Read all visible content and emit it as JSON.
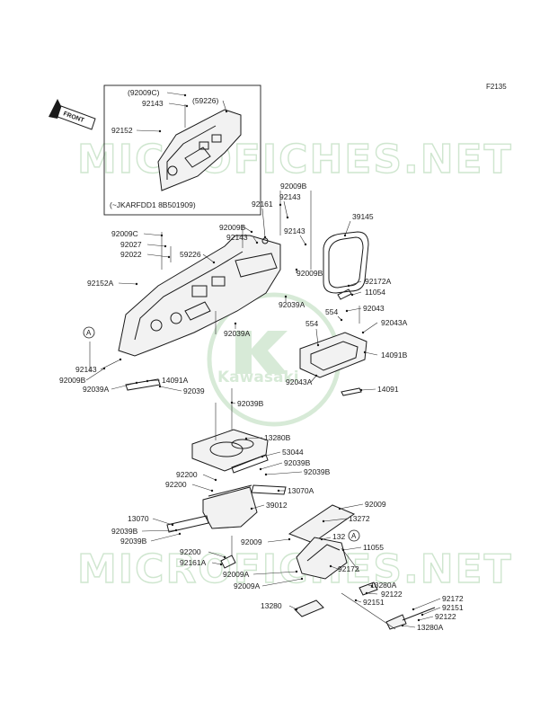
{
  "diagram_code": "F2135",
  "front_arrow": {
    "text": "FRONT"
  },
  "inset": {
    "note": "(~JKARFDD1 8B501909)"
  },
  "watermark": {
    "text": "MICROFICHES.NET",
    "brand": "Kawasaki"
  },
  "colors": {
    "line": "#1a1a1a",
    "watermark": "#cfe6cf",
    "logo": "#d7ead7"
  },
  "labels": [
    "(92009C)",
    "92143",
    "(59226)",
    "92152",
    "92009B",
    "92161",
    "92143",
    "39145",
    "92009C",
    "92009B",
    "92143",
    "92027",
    "92022",
    "59226",
    "92143",
    "92152A",
    "92009B",
    "92172A",
    "11054",
    "92039A",
    "92043",
    "554",
    "554",
    "92043A",
    "92039A",
    "14091B",
    "92143",
    "92009B",
    "92039A",
    "14091A",
    "92039",
    "92043A",
    "14091",
    "92039B",
    "13280B",
    "53044",
    "92039B",
    "92039B",
    "92200",
    "92200",
    "13070A",
    "39012",
    "13070",
    "92009",
    "13272",
    "92039B",
    "92039B",
    "92009",
    "132",
    "11055",
    "92200",
    "92161A",
    "92172",
    "92009A",
    "92009A",
    "13280A",
    "92122",
    "92151",
    "92172",
    "92151",
    "92122",
    "13280",
    "13280A"
  ]
}
